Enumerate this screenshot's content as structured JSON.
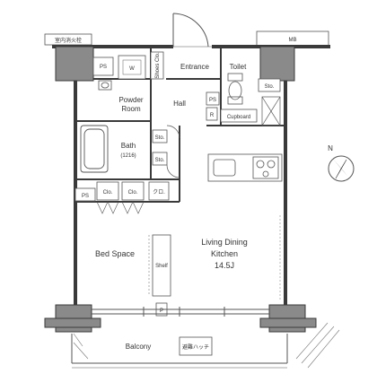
{
  "rooms": {
    "entrance": "Entrance",
    "toilet": "Toilet",
    "powder_room": "Powder\nRoom",
    "hall": "Hall",
    "bath": "Bath",
    "bath_size": "(1216)",
    "bed_space": "Bed Space",
    "living": "Living Dining",
    "kitchen": "Kitchen",
    "area": "14.5J",
    "balcony": "Balcony"
  },
  "fixtures": {
    "ps_top_left": "PS",
    "ps_bottom_left": "PS",
    "ps_toilet": "PS",
    "w": "W",
    "shoes_clo": "Shoes Clo.",
    "sto_toilet": "Sto.",
    "r": "R",
    "cupboard": "Cupboard",
    "sto_hall_1": "Sto.",
    "sto_hall_2": "Sto.",
    "clo_1": "Clo.",
    "clo_2": "Clo.",
    "wic": "クロ.",
    "shelf": "Shelf",
    "p": "P",
    "mb": "MB",
    "fire_box": "室内消火栓",
    "balcony_hatch": "避難ハッチ"
  },
  "compass": {
    "north": "N"
  },
  "colors": {
    "wall": "#3a3a3a",
    "column_fill": "#8a8a8a",
    "line": "#555555",
    "bg": "#ffffff"
  }
}
